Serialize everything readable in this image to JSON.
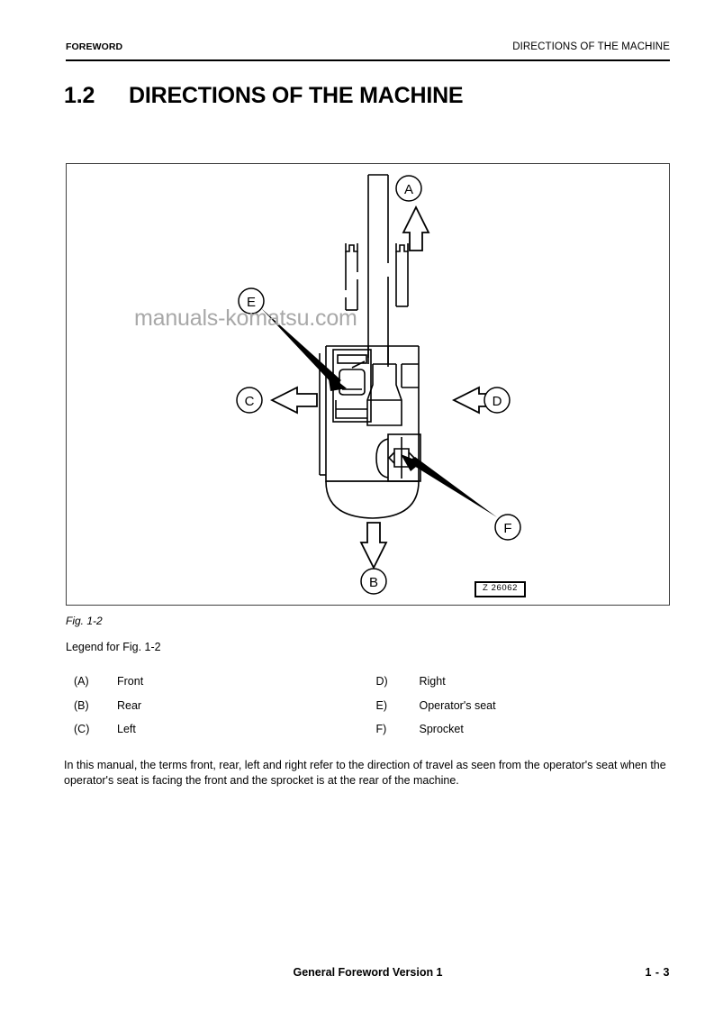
{
  "header": {
    "left": "FOREWORD",
    "right": "DIRECTIONS OF THE MACHINE"
  },
  "title": {
    "number": "1.2",
    "text": "DIRECTIONS OF THE MACHINE"
  },
  "figure": {
    "watermark": "manuals-komatsu.com",
    "drawing_code": "Z 26062",
    "caption": "Fig. 1-2",
    "callouts": {
      "a": "A",
      "b": "B",
      "c": "C",
      "d": "D",
      "e": "E",
      "f": "F"
    }
  },
  "legend": {
    "title": "Legend for Fig. 1-2",
    "rows": [
      {
        "left_key": "(A)",
        "left_val": "Front",
        "right_key": "D)",
        "right_val": "Right"
      },
      {
        "left_key": "(B)",
        "left_val": "Rear",
        "right_key": "E)",
        "right_val": "Operator's seat"
      },
      {
        "left_key": "(C)",
        "left_val": "Left",
        "right_key": "F)",
        "right_val": "Sprocket"
      }
    ]
  },
  "body": {
    "paragraph": "In this manual, the terms front, rear, left and right refer to the direction of travel as seen from the operator's seat when the operator's seat is facing the front and the sprocket is at the rear of the machine."
  },
  "footer": {
    "center": "General Foreword Version 1",
    "page": "1 - 3"
  }
}
